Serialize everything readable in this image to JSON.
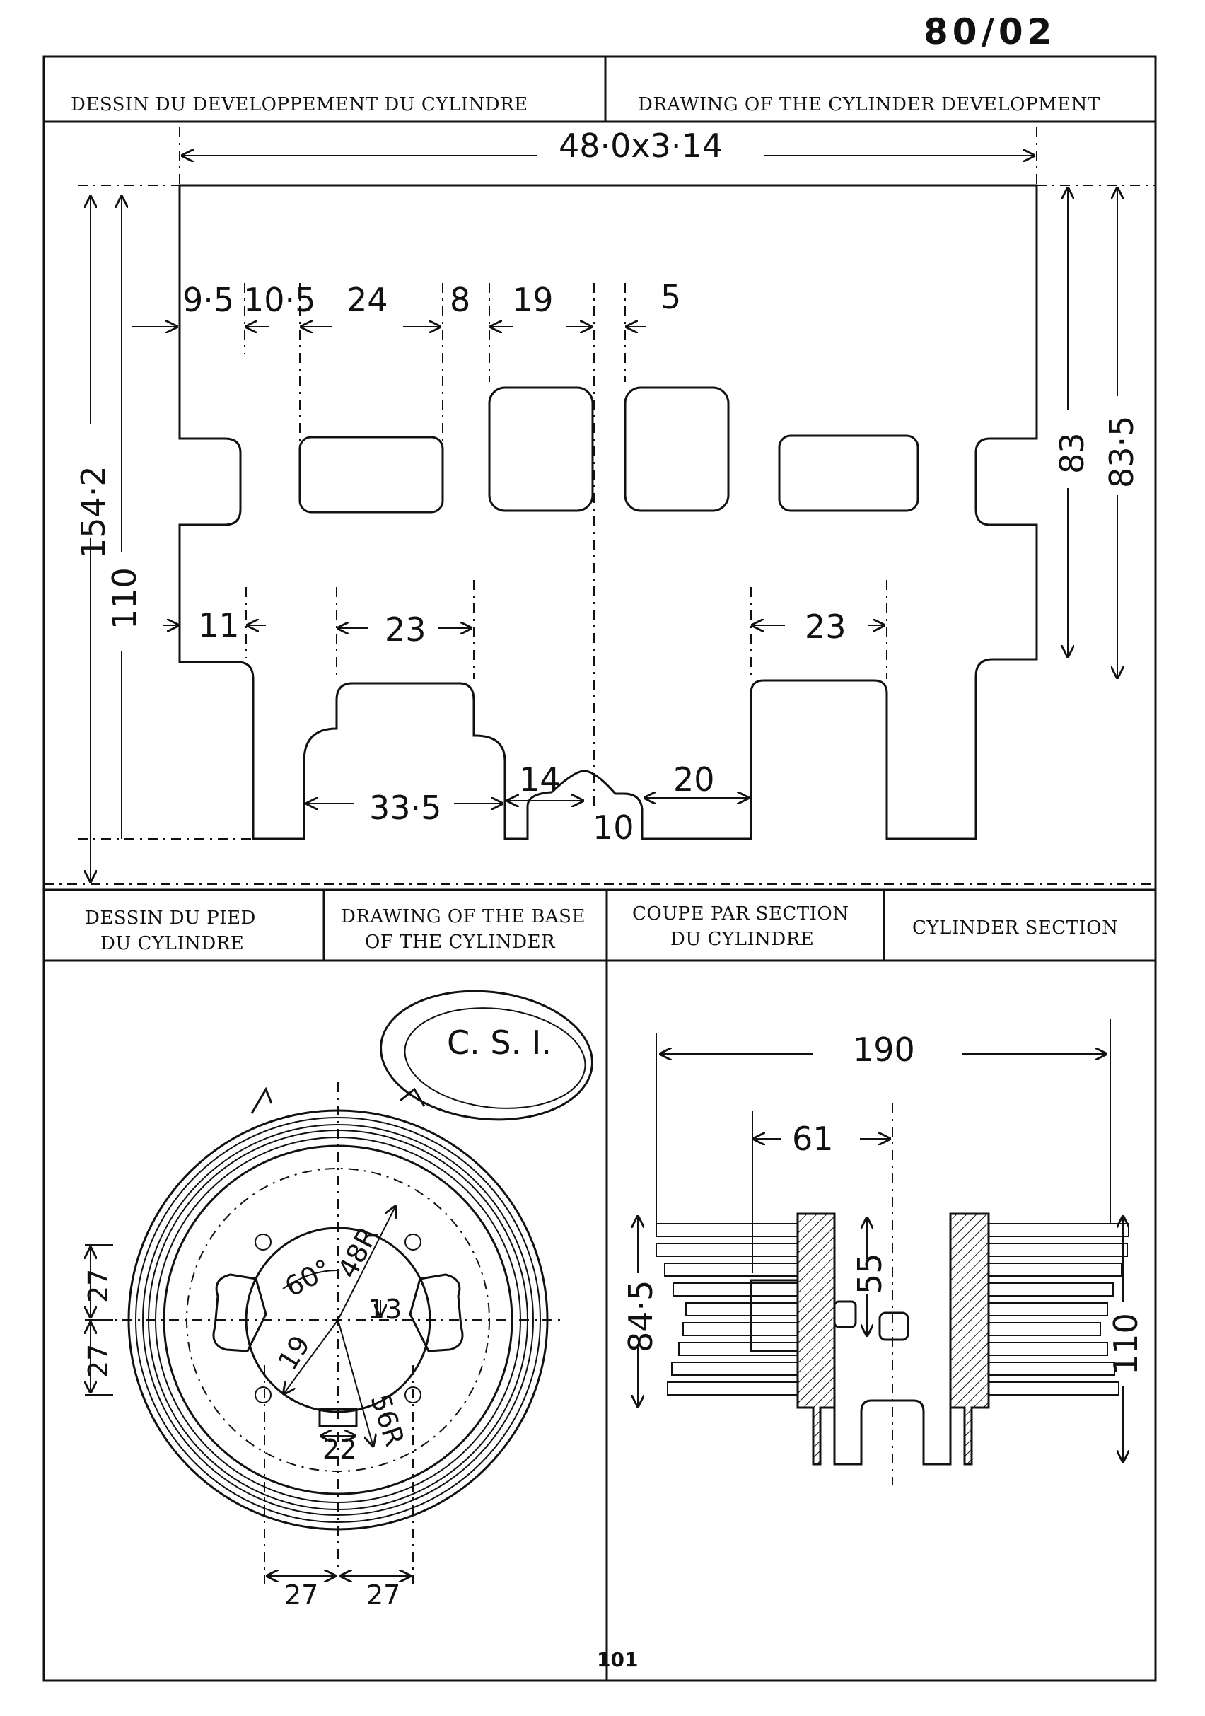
{
  "sheet": {
    "number": "80/02",
    "page": "101"
  },
  "headers": {
    "development_fr": "DESSIN DU DEVELOPPEMENT DU CYLINDRE",
    "development_en": "DRAWING OF THE CYLINDER DEVELOPMENT",
    "base_fr_line1": "DESSIN DU PIED",
    "base_fr_line2": "DU CYLINDRE",
    "base_en_line1": "DRAWING OF THE BASE",
    "base_en_line2": "OF THE CYLINDER",
    "section_fr_line1": "COUPE PAR SECTION",
    "section_fr_line2": "DU CYLINDRE",
    "section_en": "CYLINDER SECTION"
  },
  "development": {
    "width": "48·0x3·14",
    "height_total": "154·2",
    "height_inner": "110",
    "right_83": "83",
    "right_835": "83·5",
    "d95": "9·5",
    "d105": "10·5",
    "d24": "24",
    "d8": "8",
    "d19": "19",
    "d5": "5",
    "d11": "11",
    "d23_left": "23",
    "d23_right": "23",
    "d335": "33·5",
    "d14": "14",
    "d20": "20",
    "d10": "10"
  },
  "base": {
    "stamp": "C. S. I.",
    "angle": "60°",
    "r48": "48R",
    "r56": "56R",
    "d13": "13",
    "d19": "19",
    "d22": "22",
    "d27_v1": "27",
    "d27_v2": "27",
    "d27_h1": "27",
    "d27_h2": "27"
  },
  "section": {
    "d190": "190",
    "d61": "61",
    "d55": "55",
    "d845": "84·5",
    "d110": "110"
  }
}
